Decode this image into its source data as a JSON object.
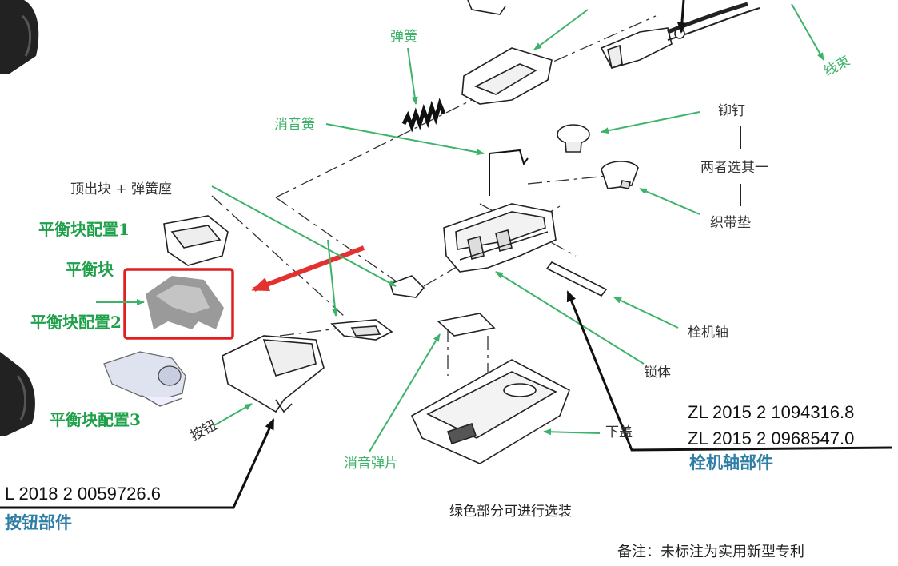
{
  "labels": {
    "spring": "弹簧",
    "wire_harness": "线束",
    "silencer_spring": "消音簧",
    "rivet": "铆钉",
    "either_one": "两者选其一",
    "webbing_pad": "织带垫",
    "ejector_spring_seat": "顶出块 + 弹簧座",
    "balance_config_1": "平衡块配置1",
    "balance_block": "平衡块",
    "balance_config_2": "平衡块配置2",
    "balance_config_3": "平衡块配置3",
    "button": "按钮",
    "silencer_leaf": "消音弹片",
    "latch_shaft": "栓机轴",
    "lock_body": "锁体",
    "lower_cover": "下盖"
  },
  "patents": {
    "latch_1": "ZL 2015 2 1094316.8",
    "latch_2": "ZL 2015 2 0968547.0",
    "latch_assembly": "栓机轴部件",
    "button_number": "L 2018 2 0059726.6",
    "button_assembly": "按钮部件"
  },
  "notes": {
    "green_optional": "绿色部分可进行选装",
    "remark": "备注：未标注为实用新型专利"
  },
  "colors": {
    "green_label": "#3db36a",
    "green_bold": "#1fa04a",
    "highlight_red": "#e02020",
    "patent_blue": "#2f7ea6"
  }
}
